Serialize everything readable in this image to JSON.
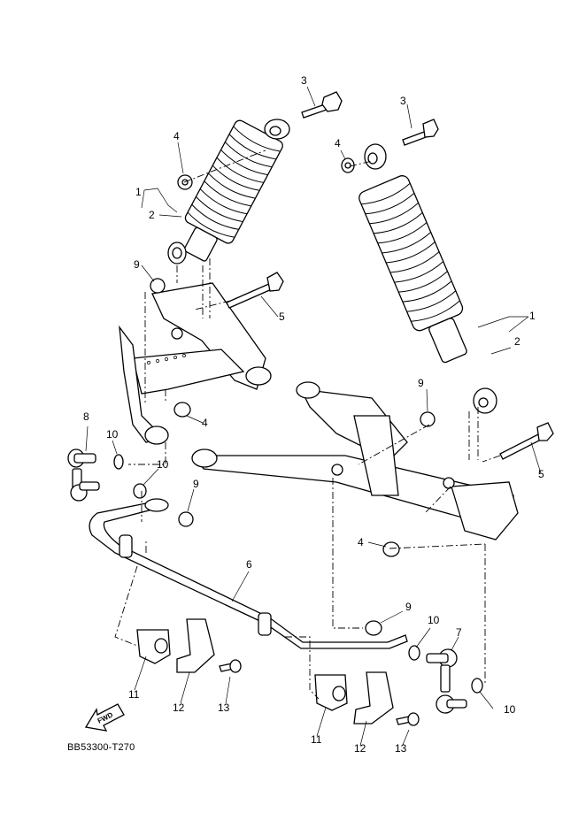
{
  "diagram": {
    "part_labels": [
      {
        "id": "lbl-3a",
        "text": "3"
      },
      {
        "id": "lbl-3b",
        "text": "3"
      },
      {
        "id": "lbl-4a",
        "text": "4"
      },
      {
        "id": "lbl-4b",
        "text": "4"
      },
      {
        "id": "lbl-4c",
        "text": "4"
      },
      {
        "id": "lbl-4d",
        "text": "4"
      },
      {
        "id": "lbl-1a",
        "text": "1"
      },
      {
        "id": "lbl-2a",
        "text": "2"
      },
      {
        "id": "lbl-1b",
        "text": "1"
      },
      {
        "id": "lbl-2b",
        "text": "2"
      },
      {
        "id": "lbl-9a",
        "text": "9"
      },
      {
        "id": "lbl-9b",
        "text": "9"
      },
      {
        "id": "lbl-9c",
        "text": "9"
      },
      {
        "id": "lbl-9d",
        "text": "9"
      },
      {
        "id": "lbl-5a",
        "text": "5"
      },
      {
        "id": "lbl-5b",
        "text": "5"
      },
      {
        "id": "lbl-8",
        "text": "8"
      },
      {
        "id": "lbl-10a",
        "text": "10"
      },
      {
        "id": "lbl-10b",
        "text": "10"
      },
      {
        "id": "lbl-10c",
        "text": "10"
      },
      {
        "id": "lbl-10d",
        "text": "10"
      },
      {
        "id": "lbl-6",
        "text": "6"
      },
      {
        "id": "lbl-7",
        "text": "7"
      },
      {
        "id": "lbl-11a",
        "text": "11"
      },
      {
        "id": "lbl-11b",
        "text": "11"
      },
      {
        "id": "lbl-12a",
        "text": "12"
      },
      {
        "id": "lbl-12b",
        "text": "12"
      },
      {
        "id": "lbl-13a",
        "text": "13"
      },
      {
        "id": "lbl-13b",
        "text": "13"
      }
    ],
    "fwd_label": "FWD",
    "diagram_code": "BB53300-T270"
  }
}
